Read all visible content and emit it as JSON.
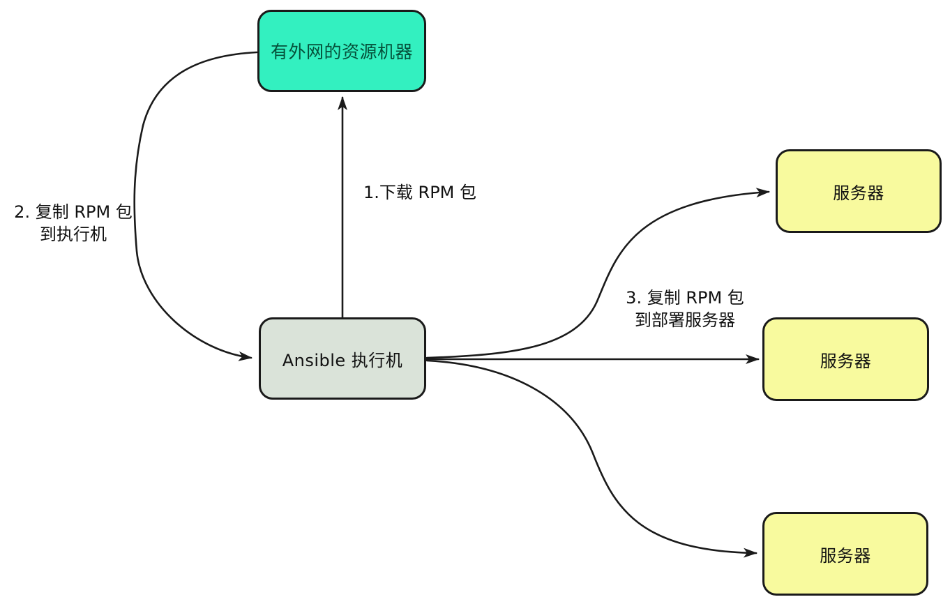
{
  "diagram": {
    "background_color": "#ffffff",
    "arrow_color": "#1a1a1a",
    "nodes": [
      {
        "id": "resource-machine",
        "label": "有外网的资源机器",
        "fill": "#33f0c0",
        "border": "#1a1a1a",
        "text_color": "#05503a"
      },
      {
        "id": "ansible-controller",
        "label": "Ansible 执行机",
        "fill": "#dae3d9",
        "border": "#1a1a1a",
        "text_color": "#111111"
      },
      {
        "id": "server-1",
        "label": "服务器",
        "fill": "#f8fa9e",
        "border": "#1a1a1a",
        "text_color": "#111111"
      },
      {
        "id": "server-2",
        "label": "服务器",
        "fill": "#f8fa9e",
        "border": "#1a1a1a",
        "text_color": "#111111"
      },
      {
        "id": "server-3",
        "label": "服务器",
        "fill": "#f8fa9e",
        "border": "#1a1a1a",
        "text_color": "#111111"
      }
    ],
    "edges": [
      {
        "id": "download-rpm",
        "from": "ansible-controller",
        "to": "resource-machine",
        "label": "1.下载 RPM 包"
      },
      {
        "id": "copy-to-controller",
        "from": "resource-machine",
        "to": "ansible-controller",
        "label_line1": "2. 复制 RPM 包",
        "label_line2": "到执行机"
      },
      {
        "id": "copy-to-servers",
        "from": "ansible-controller",
        "to": "server-1, server-2, server-3",
        "label_line1": "3. 复制 RPM 包",
        "label_line2": "到部署服务器"
      }
    ]
  }
}
